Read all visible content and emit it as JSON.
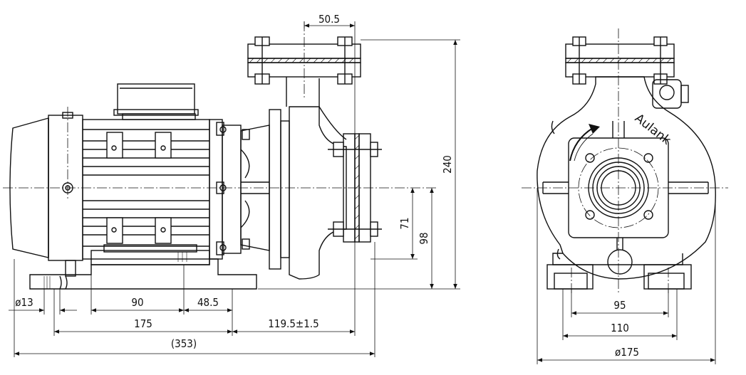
{
  "drawing": {
    "brand": "Aulank",
    "dimensions": {
      "flange_offset": "50.5",
      "total_height": "240",
      "shaft_height": "98",
      "outlet_height": "71",
      "foot_hole": "ø13",
      "foot_span": "90",
      "motor_offset": "48.5",
      "base_length": "175",
      "outlet_distance": "119.5±1.5",
      "overall_length": "(353)",
      "foot_width_inner": "95",
      "foot_width_outer": "110",
      "casing_diameter": "ø175"
    }
  }
}
